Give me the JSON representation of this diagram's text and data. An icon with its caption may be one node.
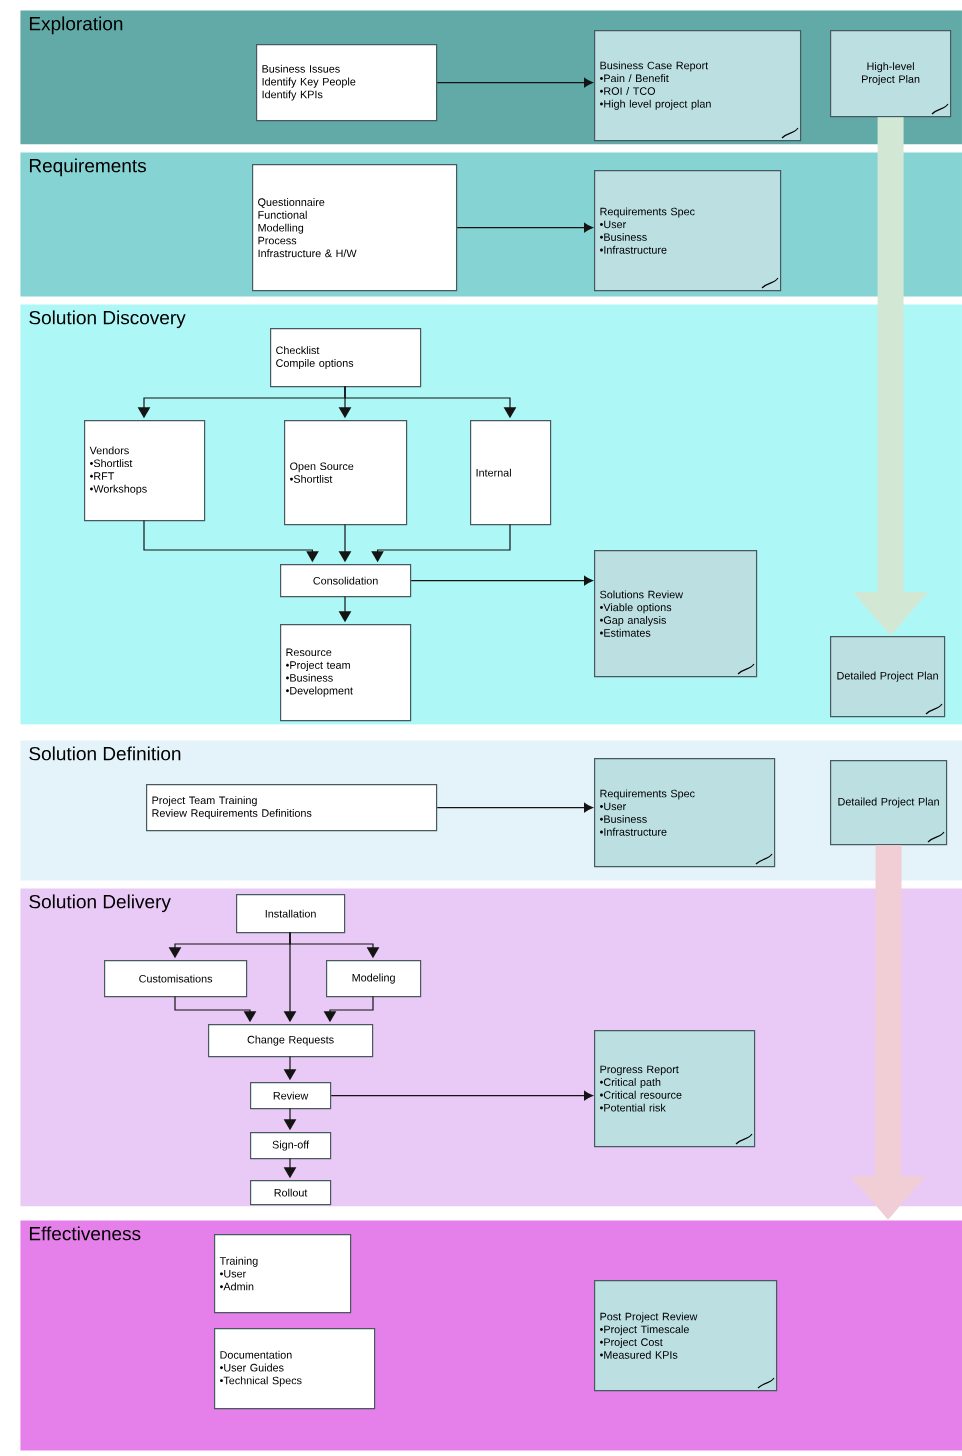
{
  "diagram": {
    "nodes": [
      {
        "text": [
          "Exploration"
        ]
      },
      {
        "text": [
          "Business Issues",
          "Identify Key People",
          "Identify KPIs"
        ],
        "in": 0
      },
      {
        "text": [
          "Business Case Report",
          "•Pain / Benefit",
          "•ROI / TCO",
          "•High level project plan"
        ],
        "in": 0
      },
      {
        "text": [
          "High-level Project Plan"
        ],
        "in": 0
      },
      {
        "text": [
          "Requirements"
        ]
      },
      {
        "text": [
          "Questionnaire",
          "Functional",
          "Modelling",
          "Process",
          "Infrastructure & H/W"
        ],
        "in": 4
      },
      {
        "text": [
          "Requirements Spec",
          "•User",
          "•Business",
          "•Infrastructure"
        ],
        "in": 4
      },
      {
        "text": [
          "Solution Discovery"
        ]
      },
      {
        "text": [
          "Checklist",
          "Compile options"
        ],
        "in": 7
      },
      {
        "text": [
          "Vendors",
          "•Shortlist",
          "•RFT",
          "•Workshops"
        ],
        "in": 7
      },
      {
        "text": [
          "Open Source",
          "•Shortlist"
        ],
        "in": 7
      },
      {
        "text": [
          "Internal"
        ],
        "in": 7
      },
      {
        "text": [
          "Consolidation"
        ],
        "in": 7
      },
      {
        "text": [
          "Resource",
          "•Project team",
          "•Business",
          "•Development"
        ],
        "in": 7
      },
      {
        "text": [
          "Solutions Review",
          "•Viable options",
          "•Gap analysis",
          "•Estimates"
        ],
        "in": 7
      },
      {
        "text": [
          "Detailed Project Plan"
        ],
        "in": 7
      },
      {
        "text": [
          "Solution Definition"
        ]
      },
      {
        "text": [
          "Project Team Training",
          "Review Requirements Definitions"
        ],
        "in": 16
      },
      {
        "text": [
          "Requirements Spec",
          "•User",
          "•Business",
          "•Infrastructure"
        ],
        "in": 16
      },
      {
        "text": [
          "Detailed Project Plan"
        ],
        "in": 16
      },
      {
        "text": [
          "Solution Delivery"
        ]
      },
      {
        "text": [
          "Installation"
        ],
        "in": 20
      },
      {
        "text": [
          "Customisations"
        ],
        "in": 20
      },
      {
        "text": [
          "Modeling"
        ],
        "in": 20
      },
      {
        "text": [
          "Change Requests"
        ],
        "in": 20
      },
      {
        "text": [
          "Review"
        ],
        "in": 20
      },
      {
        "text": [
          "Sign-off"
        ],
        "in": 20
      },
      {
        "text": [
          "Rollout"
        ],
        "in": 20
      },
      {
        "text": [
          "Progress Report",
          "•Critical path",
          "•Critical resource",
          "•Potential risk"
        ],
        "in": 20
      },
      {
        "text": [
          "Effectiveness"
        ]
      },
      {
        "text": [
          "Training",
          "•User",
          "•Admin"
        ],
        "in": 29
      },
      {
        "text": [
          "Documentation",
          "•User Guides",
          "•Technical Specs"
        ],
        "in": 29
      },
      {
        "text": [
          "Post Project Review",
          "•Project Timescale",
          "•Project Cost",
          "•Measured KPIs"
        ],
        "in": 29
      }
    ],
    "edges": [
      {
        "from": 1,
        "to": 2,
        "arrow": "to"
      },
      {
        "from": 5,
        "to": 6,
        "arrow": "to"
      },
      {
        "from": 8,
        "to": 9,
        "arrow": "to"
      },
      {
        "from": 8,
        "to": 10,
        "arrow": "to"
      },
      {
        "from": 8,
        "to": 11,
        "arrow": "to"
      },
      {
        "from": 9,
        "to": 12,
        "arrow": "to"
      },
      {
        "from": 10,
        "to": 12,
        "arrow": "to"
      },
      {
        "from": 11,
        "to": 12,
        "arrow": "to"
      },
      {
        "from": 12,
        "to": 14,
        "arrow": "to"
      },
      {
        "from": 12,
        "to": 13,
        "arrow": "to"
      },
      {
        "from": 3,
        "to": 15,
        "arrow": "to",
        "style": "thick",
        "color": "#d3e8d4"
      },
      {
        "from": 17,
        "to": 18,
        "arrow": "to"
      },
      {
        "from": 21,
        "to": 22,
        "arrow": "to"
      },
      {
        "from": 21,
        "to": 23,
        "arrow": "to"
      },
      {
        "from": 21,
        "to": 24,
        "arrow": "to"
      },
      {
        "from": 22,
        "to": 24,
        "arrow": "to"
      },
      {
        "from": 23,
        "to": 24,
        "arrow": "to"
      },
      {
        "from": 24,
        "to": 25,
        "arrow": "to"
      },
      {
        "from": 25,
        "to": 26,
        "arrow": "to"
      },
      {
        "from": 26,
        "to": 27,
        "arrow": "to"
      },
      {
        "from": 25,
        "to": 28,
        "arrow": "to"
      },
      {
        "from": 19,
        "to": 29,
        "arrow": "to",
        "style": "thick",
        "color": "#f1cdd6"
      }
    ]
  }
}
